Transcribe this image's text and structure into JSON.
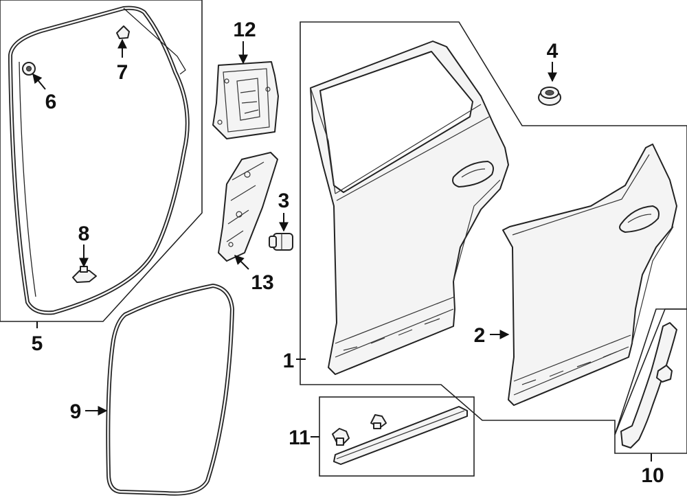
{
  "diagram": {
    "callouts": {
      "door_shell_left": "1",
      "door_skin_right": "2",
      "bumper_stop": "3",
      "grommet": "4",
      "weatherstrip_assembly": "5",
      "clip_upper_left": "6",
      "clip_upper_right": "7",
      "clip_lower": "8",
      "body_side_seal": "9",
      "garnish_molding": "10",
      "lower_molding": "11",
      "latch_cover": "12",
      "inner_panel": "13"
    }
  }
}
